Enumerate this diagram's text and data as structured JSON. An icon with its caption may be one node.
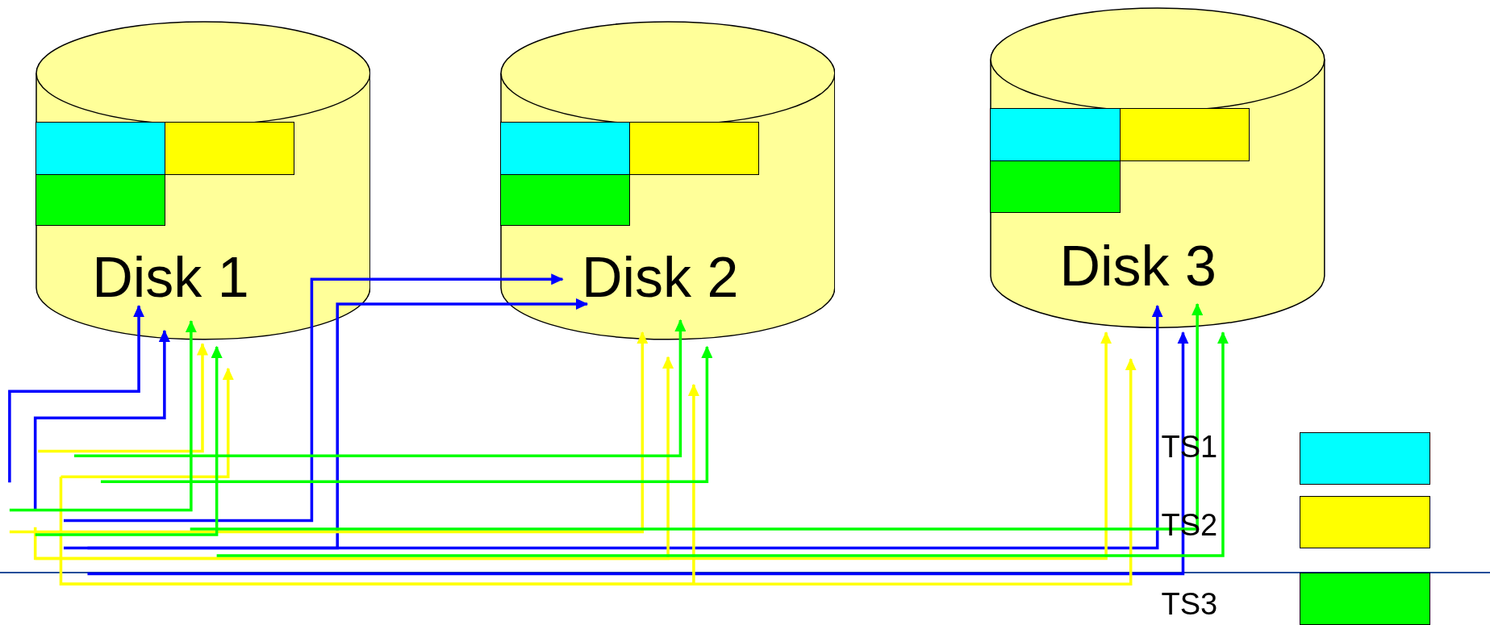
{
  "diagram": {
    "nodes": [
      {
        "text": [
          "Disk 1"
        ]
      },
      {
        "text": [],
        "shape": "box",
        "in": 0
      },
      {
        "text": [],
        "shape": "box",
        "in": 0
      },
      {
        "text": [],
        "shape": "box",
        "in": 0
      },
      {
        "text": [
          "Disk 2"
        ]
      },
      {
        "text": [],
        "shape": "box",
        "in": 4
      },
      {
        "text": [],
        "shape": "box",
        "in": 4
      },
      {
        "text": [],
        "shape": "box",
        "in": 4
      },
      {
        "text": [
          "Disk 3"
        ]
      },
      {
        "text": [],
        "shape": "box",
        "in": 8
      },
      {
        "text": [],
        "shape": "box",
        "in": 8
      },
      {
        "text": [],
        "shape": "box",
        "in": 8
      }
    ],
    "edges": [
      {
        "from": null,
        "to": 0,
        "arrow": "to",
        "color": "#0000ff"
      },
      {
        "from": null,
        "to": 0,
        "arrow": "to",
        "color": "#0000ff"
      },
      {
        "from": null,
        "to": 4,
        "arrow": "to",
        "color": "#0000ff"
      },
      {
        "from": null,
        "to": 4,
        "arrow": "to",
        "color": "#0000ff"
      },
      {
        "from": null,
        "to": 8,
        "arrow": "to",
        "color": "#0000ff"
      },
      {
        "from": null,
        "to": 8,
        "arrow": "to",
        "color": "#0000ff"
      },
      {
        "from": null,
        "to": 0,
        "arrow": "to",
        "color": "#ffff00"
      },
      {
        "from": null,
        "to": 0,
        "arrow": "to",
        "color": "#ffff00"
      },
      {
        "from": null,
        "to": 4,
        "arrow": "to",
        "color": "#ffff00"
      },
      {
        "from": null,
        "to": 4,
        "arrow": "to",
        "color": "#ffff00"
      },
      {
        "from": null,
        "to": 4,
        "arrow": "to",
        "color": "#ffff00"
      },
      {
        "from": null,
        "to": 8,
        "arrow": "to",
        "color": "#ffff00"
      },
      {
        "from": null,
        "to": 8,
        "arrow": "to",
        "color": "#ffff00"
      },
      {
        "from": null,
        "to": 0,
        "arrow": "to",
        "color": "#00ff00"
      },
      {
        "from": null,
        "to": 0,
        "arrow": "to",
        "color": "#00ff00"
      },
      {
        "from": null,
        "to": 4,
        "arrow": "to",
        "color": "#00ff00"
      },
      {
        "from": null,
        "to": 4,
        "arrow": "to",
        "color": "#00ff00"
      },
      {
        "from": null,
        "to": 8,
        "arrow": "to",
        "color": "#00ff00"
      },
      {
        "from": null,
        "to": 8,
        "arrow": "to",
        "color": "#00ff00"
      }
    ],
    "legend": [
      {
        "text": "TS1",
        "color": "#00ffff"
      },
      {
        "text": "TS2",
        "color": "#ffff00"
      },
      {
        "text": "TS3",
        "color": "#00ff00"
      }
    ]
  }
}
